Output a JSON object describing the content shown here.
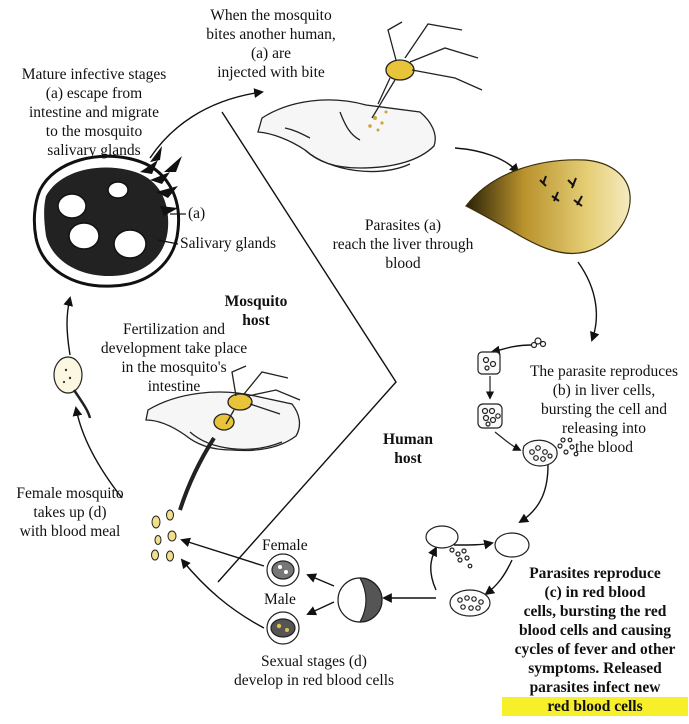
{
  "labels": {
    "mosquito_bites": [
      "When the mosquito",
      "bites another human,",
      "(a) are",
      "injected with bite"
    ],
    "mature_infective": [
      "Mature infective stages",
      "(a) escape from",
      "intestine and migrate",
      "to the mosquito",
      "salivary glands"
    ],
    "gland_a": "(a)",
    "salivary_glands": "Salivary glands",
    "liver": [
      "Parasites (a)",
      "reach the liver through",
      "blood"
    ],
    "mosquito_host": [
      "Mosquito",
      "host"
    ],
    "fertilization": [
      "Fertilization and",
      "development take place",
      "in the mosquito's",
      "intestine"
    ],
    "liver_reproduce": [
      "The parasite reproduces",
      "(b) in liver cells,",
      "bursting the cell and",
      "releasing into",
      "the blood"
    ],
    "human_host": [
      "Human",
      "host"
    ],
    "female_mosquito": [
      "Female mosquito",
      "takes up (d)",
      "with blood meal"
    ],
    "female": "Female",
    "male": "Male",
    "rbc_reproduce": [
      "Parasites reproduce",
      "(c) in red blood",
      "cells, bursting the red",
      "blood cells and causing",
      "cycles of fever and other",
      "symptoms. Released",
      "parasites infect new",
      "red blood cells"
    ],
    "sexual_stages": [
      "Sexual stages (d)",
      "develop in red blood cells"
    ]
  },
  "colors": {
    "highlight": "#f6ef2a",
    "liver_gold": "#d9b84a",
    "mosquito_gold": "#e8c43a",
    "ink": "#111111"
  }
}
